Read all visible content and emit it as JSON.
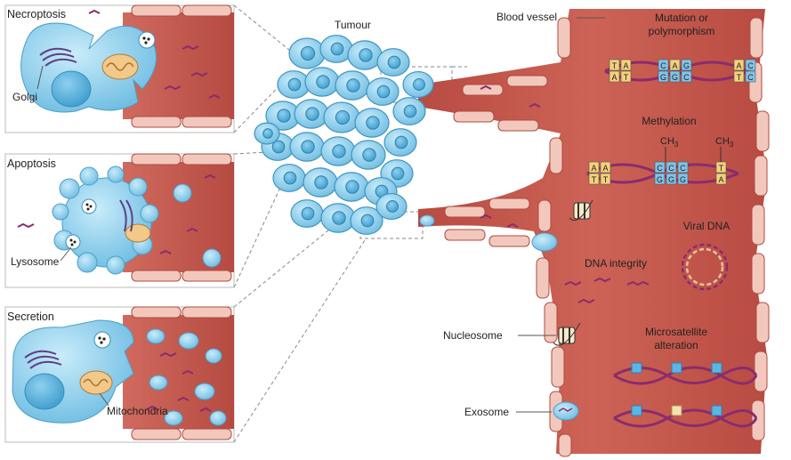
{
  "panels": {
    "necroptosis": {
      "title": "Necroptosis",
      "label": "Golgi"
    },
    "apoptosis": {
      "title": "Apoptosis",
      "label": "Lysosome"
    },
    "secretion": {
      "title": "Secretion",
      "label": "Mitochondria"
    }
  },
  "tumour_label": "Tumour",
  "vessel": {
    "blood_vessel": "Blood vessel",
    "mutation_line1": "Mutation or",
    "mutation_line2": "polymorphism",
    "methylation": "Methylation",
    "ch3": "CH",
    "ch3_sub": "3",
    "viral_dna": "Viral DNA",
    "dna_integrity": "DNA integrity",
    "nucleosome": "Nucleosome",
    "microsatellite_line1": "Microsatellite",
    "microsatellite_line2": "alteration",
    "exosome": "Exosome"
  },
  "bases": {
    "mutation": [
      [
        "T",
        "A"
      ],
      [
        "A",
        "T"
      ],
      [
        "C",
        "G"
      ],
      [
        "A",
        "G"
      ],
      [
        "G",
        "C"
      ],
      [
        "A",
        "T"
      ],
      [
        "C",
        "C"
      ]
    ],
    "methylation": [
      [
        "A",
        "T"
      ],
      [
        "A",
        "T"
      ],
      [
        "C",
        "G"
      ],
      [
        "C",
        "G"
      ],
      [
        "C",
        "G"
      ],
      [
        "T",
        "A"
      ]
    ]
  },
  "colors": {
    "vessel_red": "#c65a4f",
    "vessel_light": "#e9a79c",
    "cell_blue": "#9ad4ee",
    "cell_outline": "#4a9fc9",
    "dna_purple": "#8a2c6d",
    "dna_tan": "#e9c79a"
  }
}
